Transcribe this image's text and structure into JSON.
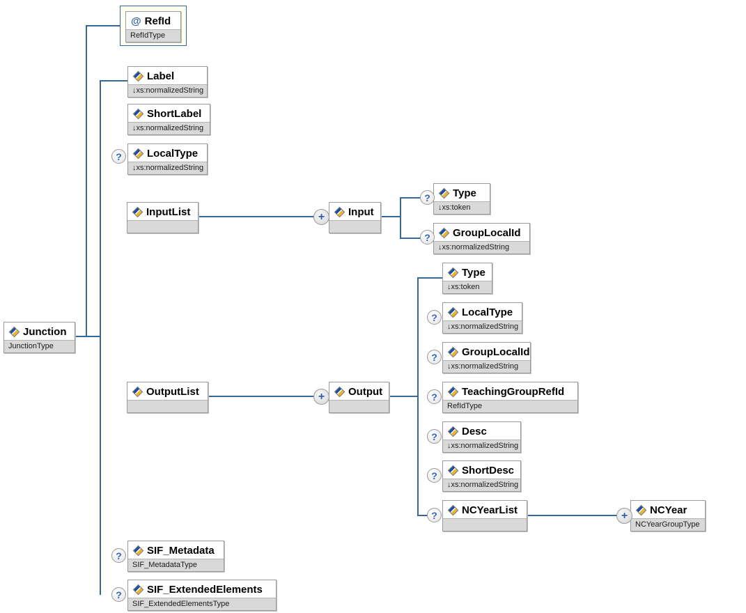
{
  "icons": {
    "attribute": "@",
    "optional": "?",
    "repeat": "+",
    "element": "diamond-blue-gold"
  },
  "colors": {
    "connector": "#336699",
    "box_border": "#9a9a9a",
    "type_row_bg": "#d9d9d9",
    "attr_container_bg": "#fffff0",
    "icon_blue": "#1c4ea0",
    "icon_gold": "#edb52e"
  },
  "nodes": {
    "junction": {
      "name": "Junction",
      "type": "JunctionType"
    },
    "refid": {
      "name": "RefId",
      "type": "RefIdType"
    },
    "label": {
      "name": "Label",
      "type": "↓xs:normalizedString"
    },
    "shortlabel": {
      "name": "ShortLabel",
      "type": "↓xs:normalizedString"
    },
    "localtype": {
      "name": "LocalType",
      "type": "↓xs:normalizedString"
    },
    "inputlist": {
      "name": "InputList",
      "type": ""
    },
    "input": {
      "name": "Input",
      "type": ""
    },
    "input_type": {
      "name": "Type",
      "type": "↓xs:token"
    },
    "input_grouplocalid": {
      "name": "GroupLocalId",
      "type": "↓xs:normalizedString"
    },
    "outputlist": {
      "name": "OutputList",
      "type": ""
    },
    "output": {
      "name": "Output",
      "type": ""
    },
    "output_type": {
      "name": "Type",
      "type": "↓xs:token"
    },
    "output_localtype": {
      "name": "LocalType",
      "type": "↓xs:normalizedString"
    },
    "output_grouplocalid": {
      "name": "GroupLocalId",
      "type": "↓xs:normalizedString"
    },
    "teachinggrouprefid": {
      "name": "TeachingGroupRefId",
      "type": "RefIdType"
    },
    "desc": {
      "name": "Desc",
      "type": "↓xs:normalizedString"
    },
    "shortdesc": {
      "name": "ShortDesc",
      "type": "↓xs:normalizedString"
    },
    "ncyearlist": {
      "name": "NCYearList",
      "type": ""
    },
    "ncyear": {
      "name": "NCYear",
      "type": "NCYearGroupType"
    },
    "sif_metadata": {
      "name": "SIF_Metadata",
      "type": "SIF_MetadataType"
    },
    "sif_extendedelements": {
      "name": "SIF_ExtendedElements",
      "type": "SIF_ExtendedElementsType"
    }
  }
}
